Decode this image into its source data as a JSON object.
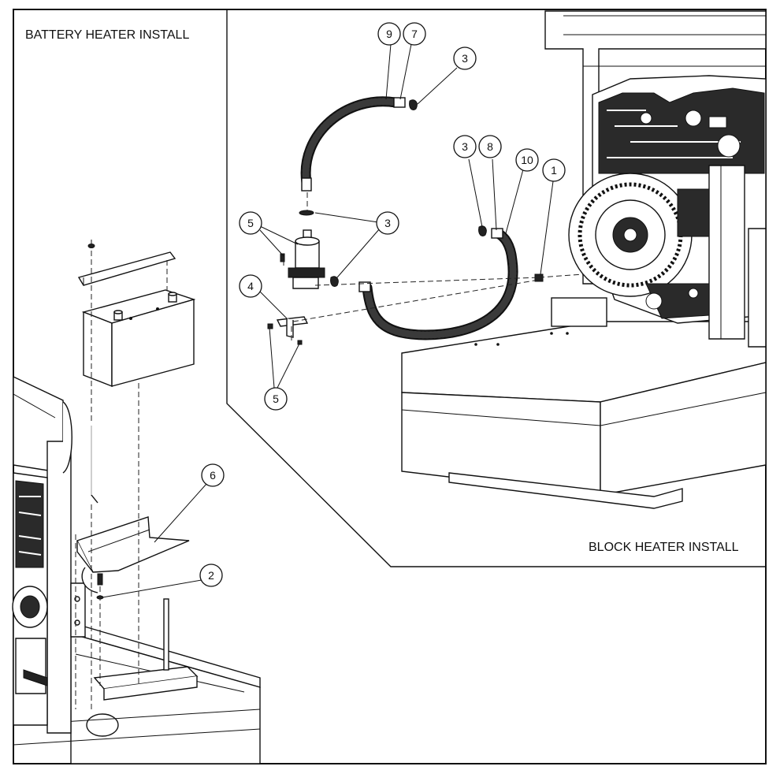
{
  "panels": {
    "battery": {
      "title": "BATTERY HEATER INSTALL"
    },
    "block": {
      "title": "BLOCK HEATER INSTALL"
    }
  },
  "callouts": [
    {
      "id": "c9",
      "label": "9"
    },
    {
      "id": "c7",
      "label": "7"
    },
    {
      "id": "c3a",
      "label": "3"
    },
    {
      "id": "c3b",
      "label": "3"
    },
    {
      "id": "c8",
      "label": "8"
    },
    {
      "id": "c10",
      "label": "10"
    },
    {
      "id": "c1",
      "label": "1"
    },
    {
      "id": "c5a",
      "label": "5"
    },
    {
      "id": "c3c",
      "label": "3"
    },
    {
      "id": "c4",
      "label": "4"
    },
    {
      "id": "c5b",
      "label": "5"
    },
    {
      "id": "c6",
      "label": "6"
    },
    {
      "id": "c2",
      "label": "2"
    }
  ],
  "colors": {
    "line": "#111111",
    "background": "#ffffff"
  }
}
